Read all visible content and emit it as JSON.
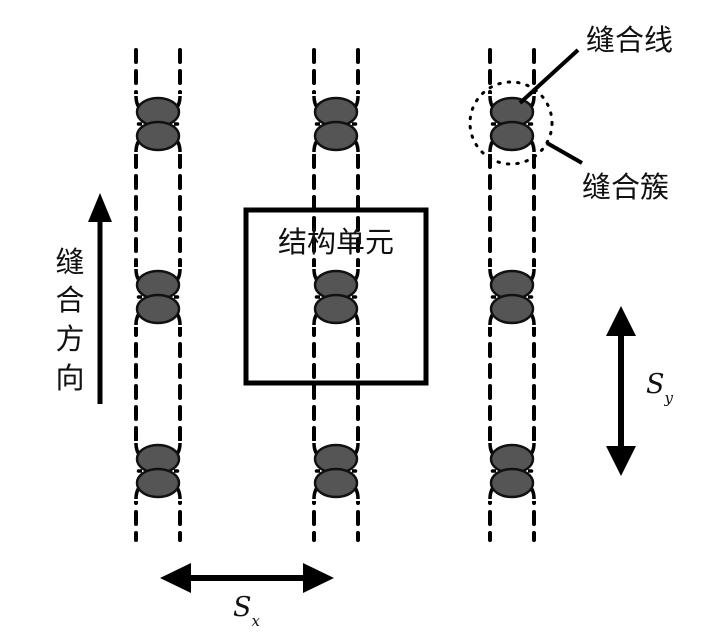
{
  "diagram": {
    "labels": {
      "stitch_line": "缝合线",
      "stitch_cluster": "缝合簇",
      "unit_cell": "结构单元",
      "stitch_direction": [
        "缝",
        "合",
        "方",
        "向"
      ],
      "spacing_x_main": "S",
      "spacing_x_sub": "x",
      "spacing_y_main": "S",
      "spacing_y_sub": "y"
    },
    "grid": {
      "columns": 3,
      "rows": 3,
      "cluster_shape": "two stacked ellipses"
    },
    "colors": {
      "line": "#000000",
      "cluster_fill": "#555555",
      "background": "#ffffff"
    }
  }
}
